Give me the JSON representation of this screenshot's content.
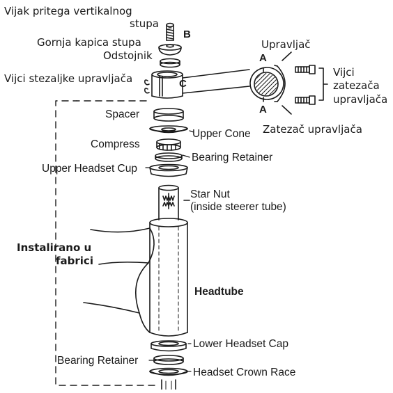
{
  "diagram": {
    "croatian_labels": {
      "stem_bolt": "Vijak pritega vertikalnog",
      "stem_bolt_line2": "stupa",
      "top_cap": "Gornja kapica stupa",
      "spacer_top": "Odstojnik",
      "handlebar": "Upravljač",
      "clamp_bolts": "Vijci stezaljke upravljača",
      "bar_bolts_1": "Vijci",
      "bar_bolts_2": "zatezača",
      "bar_bolts_3": "upravljača",
      "faceplate": "Zatezač upravljača",
      "factory_1": "Instalirano u",
      "factory_2": "fabrici"
    },
    "letters": {
      "a_top": "A",
      "a_bottom": "A",
      "b": "B",
      "c": "C"
    },
    "english_labels": {
      "spacer": "Spacer",
      "upper_cone": "Upper Cone",
      "compress": "Compress",
      "bearing_retainer_upper": "Bearing Retainer",
      "upper_headset_cup": "Upper Headset Cup",
      "star_nut": "Star Nut",
      "star_nut_note": "(inside steerer tube)",
      "headtube": "Headtube",
      "lower_headset_cap": "Lower Headset Cap",
      "bearing_retainer_lower": "Bearing Retainer",
      "crown_race": "Headset Crown Race"
    }
  }
}
